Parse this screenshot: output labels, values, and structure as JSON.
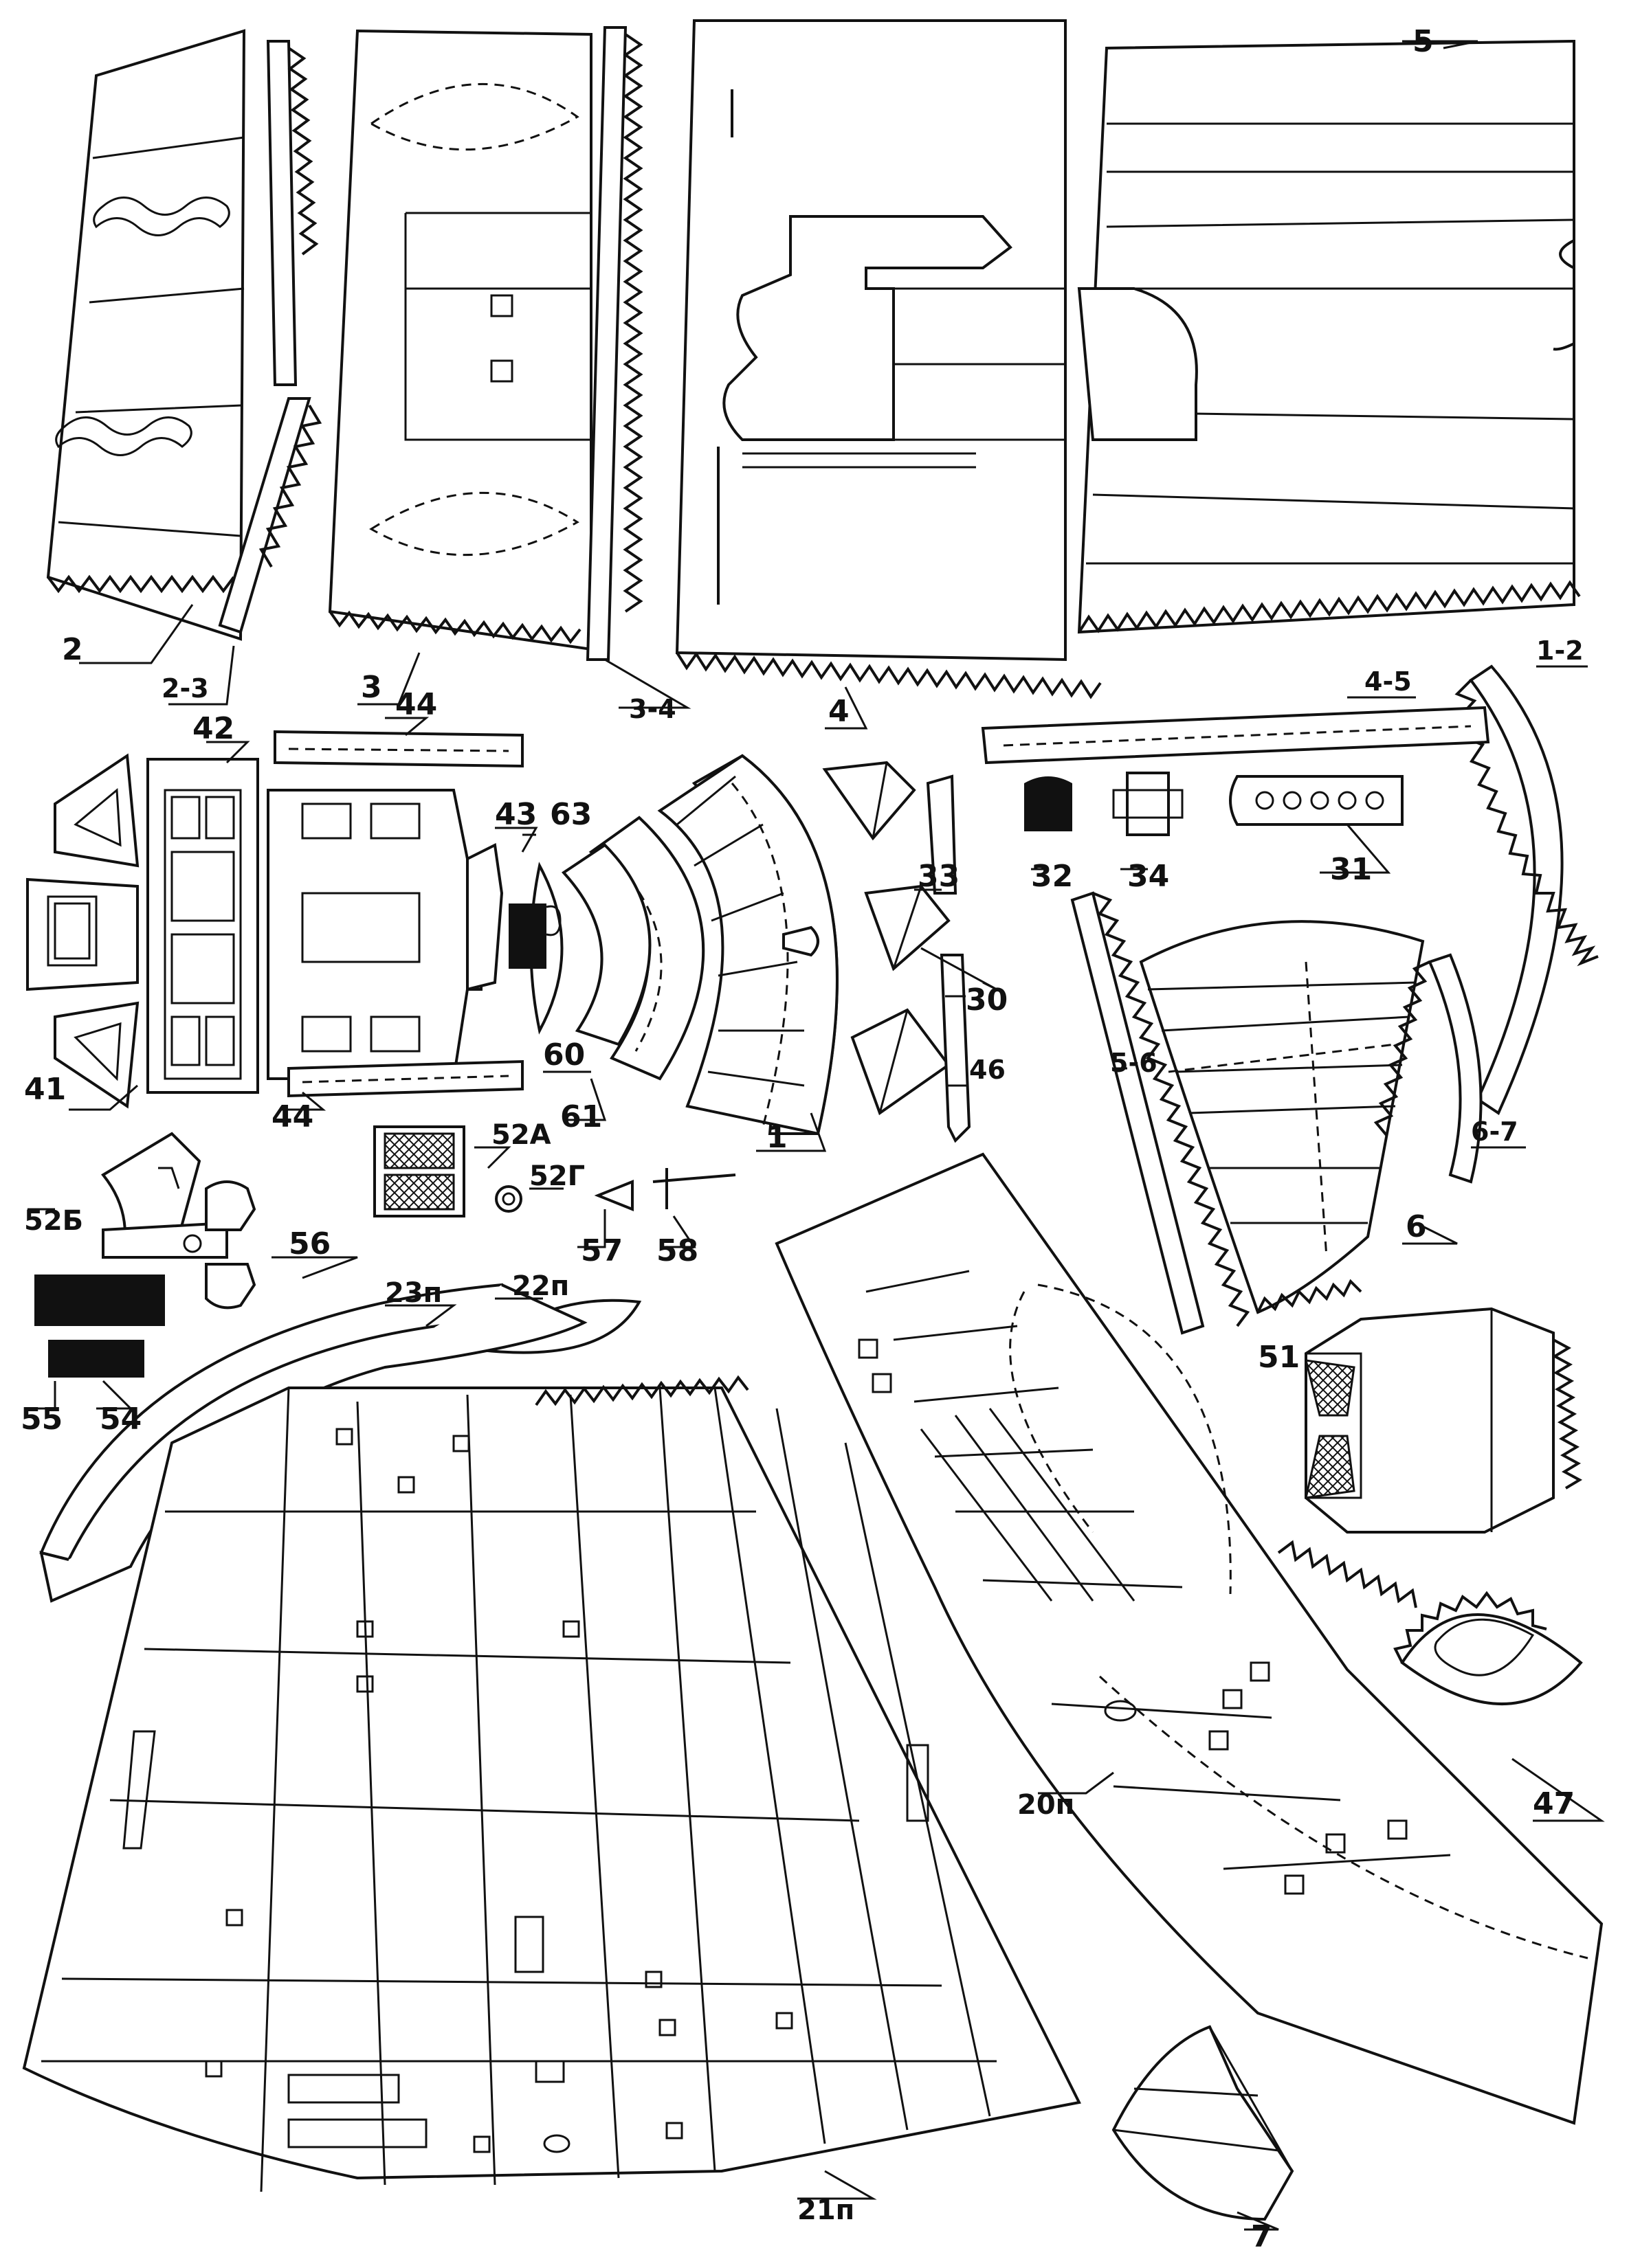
{
  "labels": {
    "p1": "1",
    "p1_2": "1-2",
    "p2": "2",
    "p2_3": "2-3",
    "p3": "3",
    "p3_4": "3-4",
    "p4": "4",
    "p4_5": "4-5",
    "p5": "5",
    "p5_6": "5-6",
    "p6": "6",
    "p6_7": "6-7",
    "p7": "7",
    "p20": "20п",
    "p21": "21п",
    "p22": "22п",
    "p23": "23п",
    "p30": "30",
    "p31": "31",
    "p32": "32",
    "p33": "33",
    "p34": "34",
    "p41": "41",
    "p42": "42",
    "p43": "43",
    "p44a": "44",
    "p44b": "44",
    "p46": "46",
    "p47": "47",
    "p51": "51",
    "p52a": "52А",
    "p52b": "52Б",
    "p52g": "52Г",
    "p54": "54",
    "p55": "55",
    "p56": "56",
    "p57": "57",
    "p58": "58",
    "p60": "60",
    "p61": "61",
    "p63": "63"
  },
  "colors": {
    "ink": "#111111",
    "paper": "#ffffff",
    "showthrough": "#bbbbbb"
  }
}
